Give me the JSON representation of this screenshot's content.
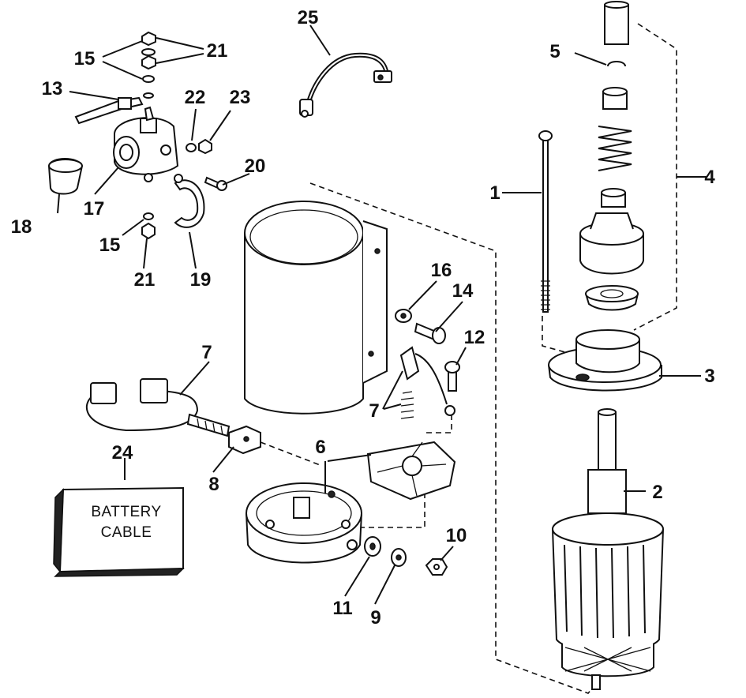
{
  "labels": {
    "l1": "1",
    "l2": "2",
    "l3": "3",
    "l4": "4",
    "l5": "5",
    "l6": "6",
    "l7a": "7",
    "l7b": "7",
    "l8": "8",
    "l9": "9",
    "l10": "10",
    "l11": "11",
    "l12": "12",
    "l13": "13",
    "l14": "14",
    "l15a": "15",
    "l15b": "15",
    "l16": "16",
    "l17": "17",
    "l18": "18",
    "l19": "19",
    "l20": "20",
    "l21a": "21",
    "l21b": "21",
    "l22": "22",
    "l23": "23",
    "l24": "24",
    "l25": "25"
  },
  "battery_cable": {
    "line1": "BATTERY",
    "line2": "CABLE"
  }
}
